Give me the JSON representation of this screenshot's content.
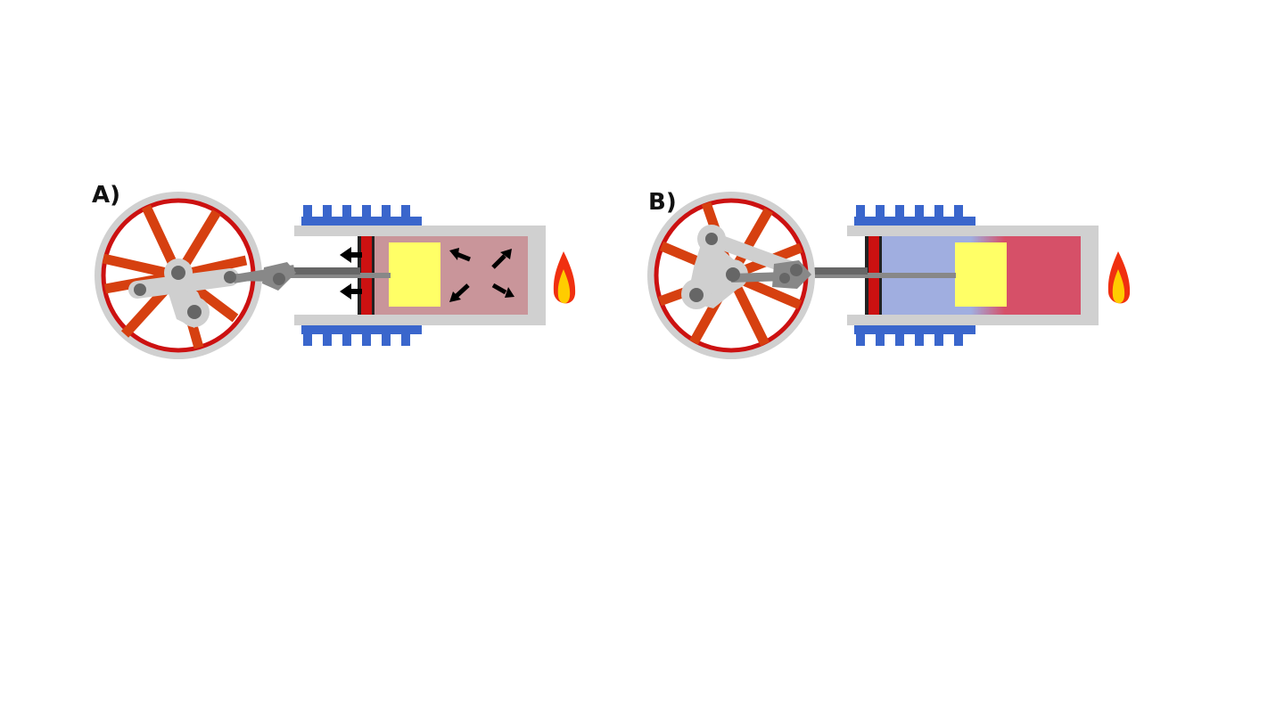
{
  "panels": [
    {
      "label": "A)",
      "gas": "heated",
      "pressure_arrows": true,
      "colors": {
        "gas": "#c9959a",
        "displacer": "#ffff66",
        "flame_outer": "#f03010",
        "flame_inner": "#ffcc00"
      }
    },
    {
      "label": "B)",
      "gas": "gradient",
      "pressure_arrows": false,
      "colors": {
        "gas_cold": "#a0aee0",
        "gas_hot": "#d65068",
        "displacer": "#ffff66",
        "flame_outer": "#f03010",
        "flame_inner": "#ffcc00"
      }
    }
  ],
  "colors": {
    "cooling_fins": "#3a66cc",
    "cylinder": "#d0d0d0",
    "wheel_rim": "#cc1111",
    "wheel_spokes": "#d64010",
    "piston": "#cc1111",
    "rod": "#888888",
    "linkage": "#cfcfcf",
    "pivot": "#666666",
    "arrow": "#000000"
  }
}
